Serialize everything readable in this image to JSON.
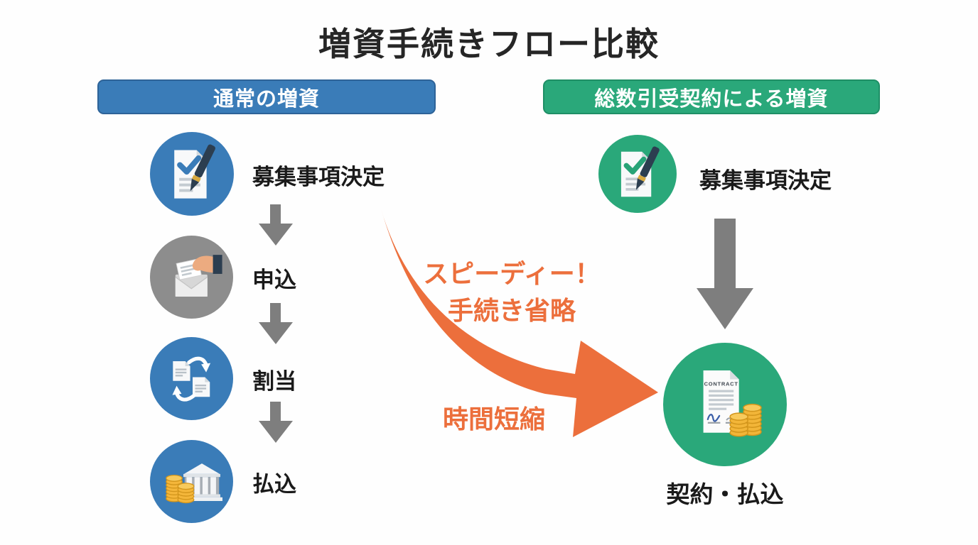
{
  "title": "増資手続きフロー比較",
  "colors": {
    "blue": "#3a7cb8",
    "green": "#2aa87a",
    "gray_circle": "#8d8d8d",
    "arrow_gray": "#7e7e7e",
    "orange": "#ec6f3c",
    "coin_gold": "#f2b538",
    "pen_navy": "#2c3e50",
    "text_dark": "#1a1a1a"
  },
  "left_flow": {
    "header": "通常の増資",
    "steps": [
      {
        "label": "募集事項決定",
        "icon": "document-check-pen-icon"
      },
      {
        "label": "申込",
        "icon": "envelope-hand-icon"
      },
      {
        "label": "割当",
        "icon": "documents-exchange-icon"
      },
      {
        "label": "払込",
        "icon": "bank-coins-icon"
      }
    ]
  },
  "right_flow": {
    "header": "総数引受契約による増資",
    "steps": [
      {
        "label": "募集事項決定",
        "icon": "document-check-pen-icon"
      },
      {
        "label": "契約・払込",
        "icon": "contract-coins-icon",
        "icon_label": "CONTRACT"
      }
    ]
  },
  "center_annotation": {
    "line1": "スピーディー！",
    "line2": "手続き省略",
    "line3": "時間短縮"
  }
}
